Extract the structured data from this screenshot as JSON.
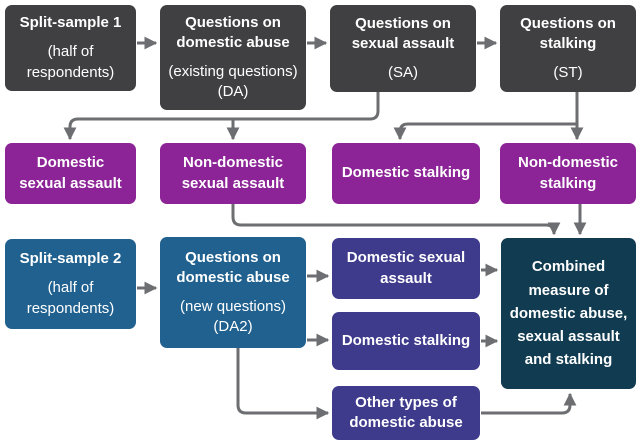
{
  "palette": {
    "background": "#ffffff",
    "dark_gray": "#404042",
    "magenta": "#8C2396",
    "blue": "#20618F",
    "indigo": "#3E3A8C",
    "dark_teal": "#103B50",
    "connector_gray": "#6D6E71",
    "text": "#ffffff"
  },
  "nodes": {
    "split1": {
      "title": "Split-sample 1",
      "subtitle": "(half of respondents)"
    },
    "da": {
      "title": "Questions on domestic abuse",
      "subtitle": "(existing questions) (DA)"
    },
    "sa": {
      "title": "Questions on sexual assault",
      "subtitle": "(SA)"
    },
    "st": {
      "title": "Questions on stalking",
      "subtitle": "(ST)"
    },
    "dsa1": {
      "title": "Domestic sexual assault"
    },
    "ndsa": {
      "title": "Non-domestic sexual assault"
    },
    "dst1": {
      "title": "Domestic stalking"
    },
    "ndst": {
      "title": "Non-domestic stalking"
    },
    "split2": {
      "title": "Split-sample 2",
      "subtitle": "(half of respondents)"
    },
    "da2": {
      "title": "Questions on domestic abuse",
      "subtitle": "(new questions) (DA2)"
    },
    "dsa2": {
      "title": "Domestic sexual assault"
    },
    "dst2": {
      "title": "Domestic stalking"
    },
    "other": {
      "title": "Other types of domestic abuse"
    },
    "combined": {
      "title": "Combined measure of domestic abuse, sexual assault and stalking"
    }
  }
}
